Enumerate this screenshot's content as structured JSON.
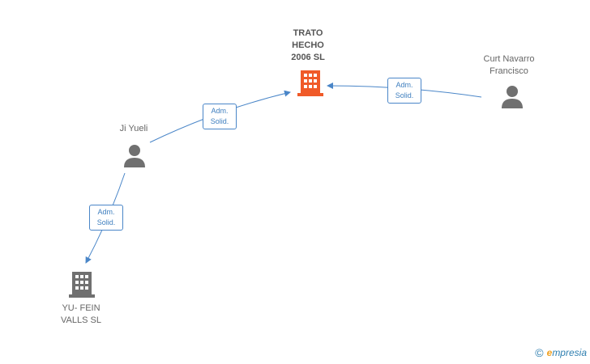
{
  "nodes": {
    "trato": {
      "label": "TRATO\nHECHO\n2006 SL",
      "kind": "company-highlight",
      "color": "#f05a28"
    },
    "yufein": {
      "label": "YU- FEIN\nVALLS SL",
      "kind": "company",
      "color": "#707070"
    },
    "jiyueli": {
      "label": "Ji Yueli",
      "kind": "person",
      "color": "#707070"
    },
    "curt": {
      "label": "Curt Navarro\nFrancisco",
      "kind": "person",
      "color": "#707070"
    }
  },
  "edges": [
    {
      "from": "jiyueli",
      "to": "trato",
      "label_line1": "Adm.",
      "label_line2": "Solid."
    },
    {
      "from": "curt",
      "to": "trato",
      "label_line1": "Adm.",
      "label_line2": "Solid."
    },
    {
      "from": "jiyueli",
      "to": "yufein",
      "label_line1": "Adm.",
      "label_line2": "Solid."
    }
  ],
  "footer": {
    "copyright": "©",
    "brand_initial": "e",
    "brand_rest": "mpresia"
  },
  "colors": {
    "edge": "#4a86c8",
    "icon_gray": "#707070",
    "icon_highlight": "#f05a28"
  }
}
